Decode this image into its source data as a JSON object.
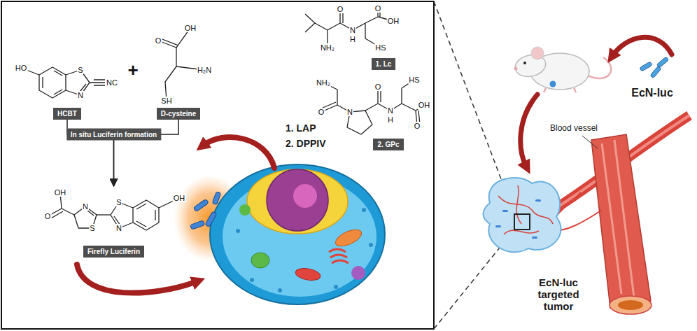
{
  "diagram": {
    "nodes": [
      {
        "text": [
          "HCBT"
        ]
      },
      {
        "text": [
          "D-cysteine"
        ]
      },
      {
        "text": [
          "Firefly Luciferin"
        ]
      },
      {
        "text": [
          "1. Lc"
        ]
      },
      {
        "text": [
          "2. GPc"
        ]
      }
    ],
    "edges": [
      {
        "from": 0,
        "to": 2,
        "arrow": "to",
        "label": "In situ Luciferin formation"
      },
      {
        "from": 1,
        "to": 2,
        "arrow": "to"
      }
    ],
    "labels": [
      "HO",
      "S",
      "N",
      "NC",
      "+",
      "OH",
      "O",
      "H₂N",
      "SH",
      "OH",
      "O",
      "N",
      "S",
      "S",
      "N",
      "OH",
      "OH",
      "O",
      "O",
      "N",
      "H",
      "HS",
      "NH₂",
      "NH₂",
      "O",
      "N",
      "O",
      "N",
      "H",
      "HS",
      "OH",
      "O",
      "1. LAP",
      "2. DPPIV",
      "EcN-luc",
      "Blood vessel",
      "EcN-luc targeted tumor"
    ]
  }
}
